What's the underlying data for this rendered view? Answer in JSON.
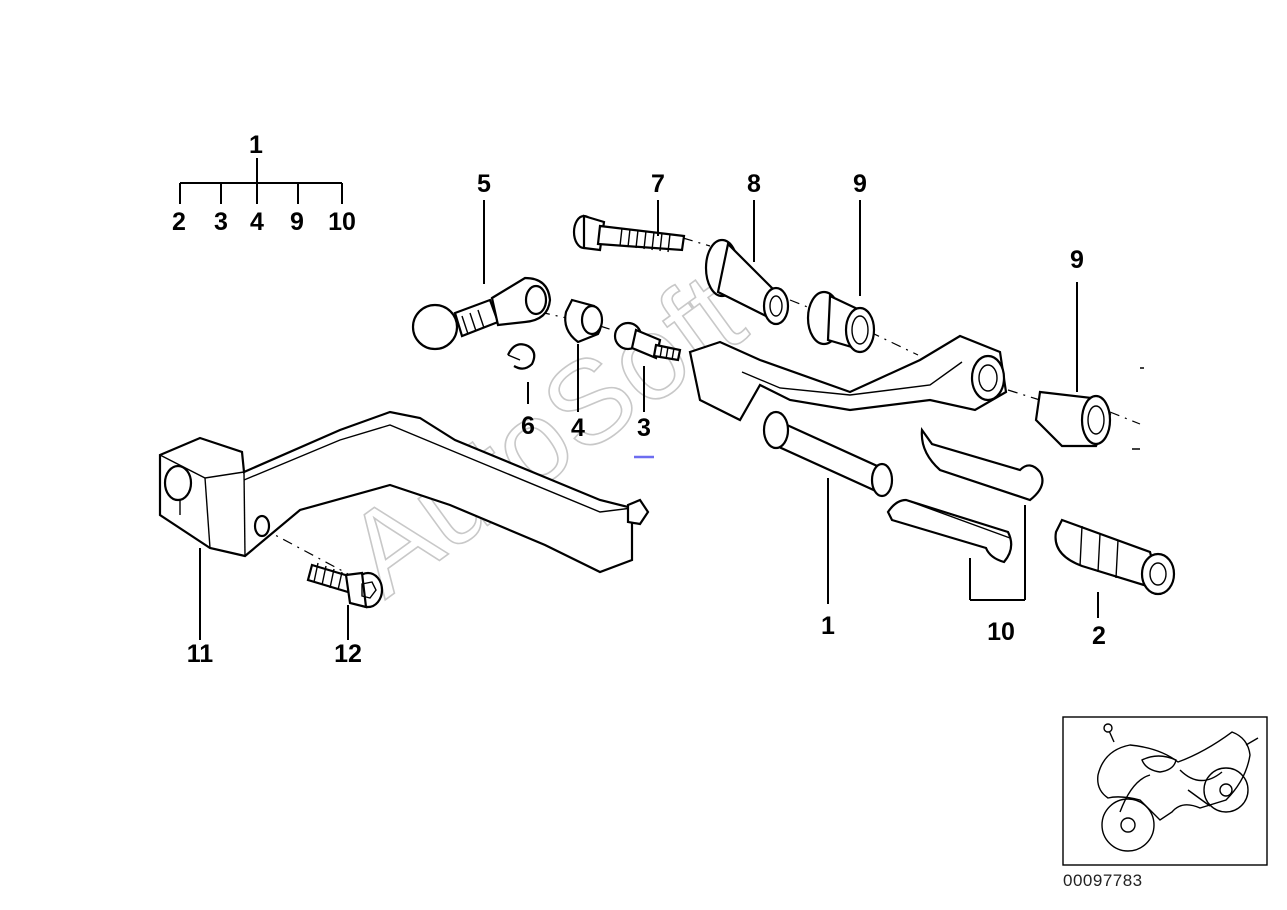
{
  "document_number": "00097783",
  "watermark": "AutoSoft",
  "group_tree": {
    "parent": "1",
    "children": [
      "2",
      "3",
      "4",
      "9",
      "10"
    ]
  },
  "callouts": {
    "c1": "1",
    "c2": "2",
    "c3": "3",
    "c4": "4",
    "c5": "5",
    "c6": "6",
    "c7": "7",
    "c8": "8",
    "c9a": "9",
    "c9b": "9",
    "c10": "10",
    "c11": "11",
    "c12": "12"
  },
  "inset": {
    "icon": "motorcycle-icon"
  }
}
